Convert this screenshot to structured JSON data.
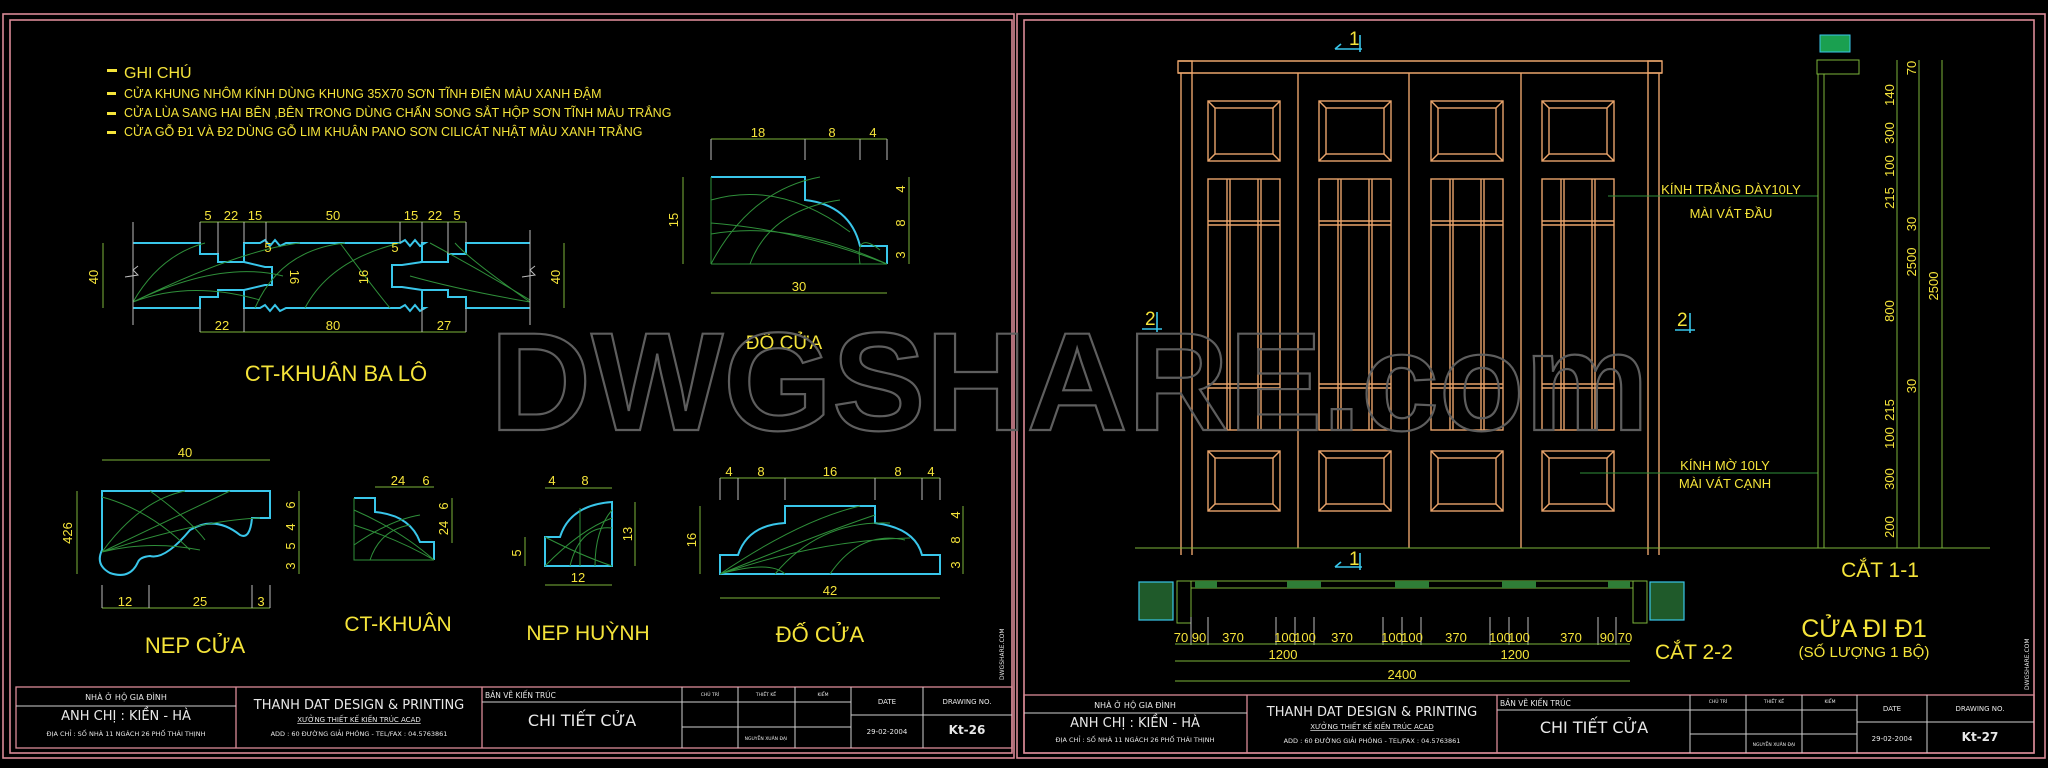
{
  "notes": {
    "title": "GHI CHÚ",
    "items": [
      "CỬA KHUNG NHÔM KÍNH DÙNG KHUNG 35X70 SƠN TĨNH ĐIỆN MÀU XANH ĐẬM",
      "CỬA LÙA SANG HAI BÊN ,BÊN TRONG DÙNG CHẤN SONG SẮT HỘP SƠN TĨNH MÀU TRẮNG",
      "CỬA GỖ Đ1 VÀ Đ2 DÙNG GỖ LIM KHUÂN PANO SƠN CILICÁT NHẬT MÀU XANH TRẮNG"
    ]
  },
  "details": {
    "khuan_ba_lo": {
      "label": "CT-KHUÂN BA LÔ",
      "top_dims": [
        "5",
        "22",
        "15",
        "50",
        "15",
        "22",
        "5"
      ],
      "bottom_dims": [
        "22",
        "80",
        "27"
      ],
      "side_left": "40",
      "side_right": "40",
      "inner": [
        "5",
        "16",
        "5",
        "16"
      ]
    },
    "do_cua_top": {
      "label": "ĐỐ CỬA",
      "top_dims": [
        "18",
        "8",
        "4"
      ],
      "right_dims": [
        "4",
        "8",
        "3"
      ],
      "left_dim": "15",
      "bottom_dim": "30"
    },
    "nep_cua": {
      "label": "NEP CỬA",
      "top_dim": "40",
      "left_dim": "426",
      "right_dims": [
        "6",
        "4",
        "5",
        "3"
      ],
      "bottom_dims": [
        "12",
        "25",
        "3"
      ]
    },
    "ct_khuan": {
      "label": "CT-KHUÂN",
      "top_dims": [
        "24",
        "6"
      ],
      "right_dims": [
        "6",
        "24"
      ]
    },
    "nep_huynh": {
      "label": "NEP HUỲNH",
      "top_dims": [
        "4",
        "8"
      ],
      "left_dim": "5",
      "right_dim": "13",
      "bottom_dim": "12"
    },
    "do_cua_bottom": {
      "label": "ĐỐ CỬA",
      "top_dims": [
        "4",
        "8",
        "16",
        "8",
        "4"
      ],
      "left_dim": "16",
      "right_dims": [
        "4",
        "8",
        "3"
      ],
      "bottom_dim": "42"
    }
  },
  "elevation": {
    "section_marks": [
      "1",
      "1",
      "2",
      "2"
    ],
    "callout_glass_top": [
      "KÍNH TRẮNG DÀY10LY",
      "MÀI VÁT ĐẦU"
    ],
    "callout_glass_bottom": [
      "KÍNH MỜ 10LY",
      "MÀI VÁT CẠNH"
    ],
    "plan_dims": [
      "70",
      "90",
      "370",
      "100",
      "100",
      "370",
      "100",
      "100",
      "370",
      "100",
      "100",
      "370",
      "90",
      "70"
    ],
    "plan_half_dims": [
      "1200",
      "1200"
    ],
    "plan_total": "2400",
    "plan_label": "CẮT 2-2"
  },
  "section_1_1": {
    "label": "CẮT 1-1",
    "dims_inner": [
      "70",
      "140",
      "300",
      "100",
      "215",
      "30",
      "800",
      "30",
      "215",
      "100",
      "300",
      "200"
    ],
    "dims_mid": "2500",
    "dims_outer": "2500"
  },
  "door_title": {
    "title": "CỬA ĐI Đ1",
    "subtitle": "(SỐ LƯỢNG 1 BỘ)"
  },
  "watermark": "DWGSHARE.com",
  "title_blocks": [
    {
      "project": "NHÀ Ở HỘ GIA ĐÌNH",
      "owner": "ANH CHỊ : KIỀN - HÀ",
      "address": "ĐỊA CHỈ : SỐ NHÀ 11 NGÁCH 26 PHỐ THÁI THỊNH",
      "company": "THANH DAT DESIGN & PRINTING",
      "company_sub": "XƯỞNG THIẾT KẾ KIẾN TRÚC ACAD",
      "company_addr": "ADD : 60 ĐƯỜNG GIẢI PHÓNG - TEL/FAX : 04.5763861",
      "sheet_type": "BẢN VẼ KIẾN TRÚC",
      "sheet_title": "CHI TIẾT CỬA",
      "col_chu_tri": "CHỦ TRÌ",
      "col_thiet_ke": "THIẾT KẾ",
      "col_kiem": "KIỂM",
      "designer": "NGUYỄN XUÂN ĐẠI",
      "date_label": "DATE",
      "date": "29-02-2004",
      "drawing_no_label": "DRAWING NO.",
      "drawing_no": "Kt-26"
    },
    {
      "project": "NHÀ Ở HỘ GIA ĐÌNH",
      "owner": "ANH CHỊ : KIỀN - HÀ",
      "address": "ĐỊA CHỈ : SỐ NHÀ 11 NGÁCH 26 PHỐ THÁI THỊNH",
      "company": "THANH DAT DESIGN & PRINTING",
      "company_sub": "XƯỞNG THIẾT KẾ KIẾN TRÚC ACAD",
      "company_addr": "ADD : 60 ĐƯỜNG GIẢI PHÓNG - TEL/FAX : 04.5763861",
      "sheet_type": "BẢN VẼ KIẾN TRÚC",
      "sheet_title": "CHI TIẾT CỬA",
      "col_chu_tri": "CHỦ TRÌ",
      "col_thiet_ke": "THIẾT KẾ",
      "col_kiem": "KIỂM",
      "designer": "NGUYỄN XUÂN ĐẠI",
      "date_label": "DATE",
      "date": "29-02-2004",
      "drawing_no_label": "DRAWING NO.",
      "drawing_no": "Kt-27"
    }
  ],
  "side_stamp": "DWGSHARE.COM"
}
